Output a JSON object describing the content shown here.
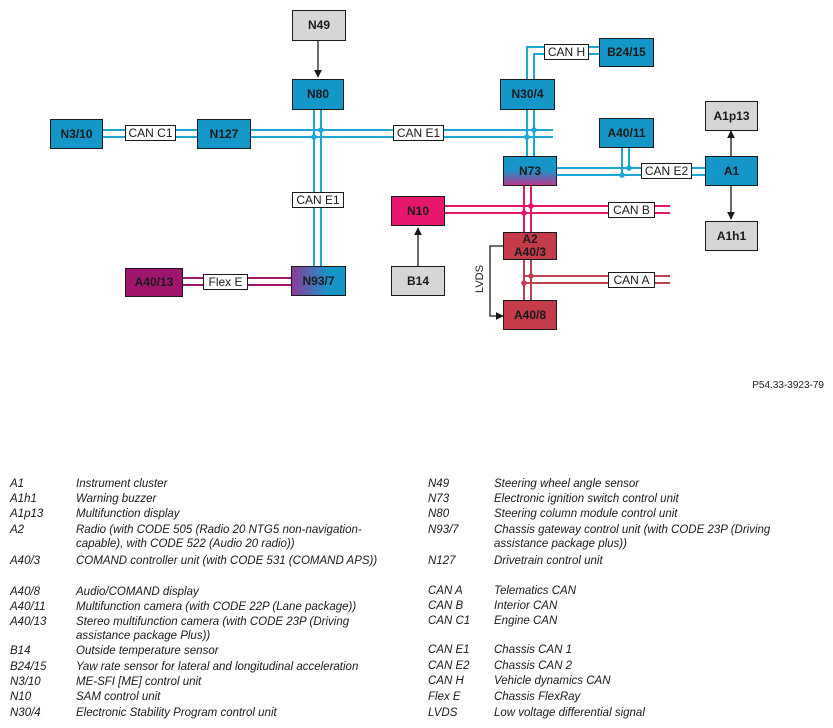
{
  "colors": {
    "control_unit_blue": "#1596c8",
    "sensor_grey": "#d6d6d6",
    "sam_pink": "#e6176d",
    "display_red": "#c43c49",
    "camera_magenta": "#a0166e",
    "can_blue_line": "#1aa7d6",
    "can_pink_line": "#e6176d",
    "can_red_line": "#c04050",
    "flexray_line": "#a0166e"
  },
  "nodes": {
    "n49": "N49",
    "n80": "N80",
    "n30_4": "N30/4",
    "b24_15": "B24/15",
    "n3_10": "N3/10",
    "n127": "N127",
    "a40_11": "A40/11",
    "a1p13": "A1p13",
    "n73": "N73",
    "a1": "A1",
    "n10": "N10",
    "a1h1": "A1h1",
    "a2_line1": "A2",
    "a2_line2": "A40/3",
    "a40_13": "A40/13",
    "n93_7": "N93/7",
    "b14": "B14",
    "a40_8": "A40/8"
  },
  "bus_labels": {
    "can_h": "CAN H",
    "can_c1": "CAN C1",
    "can_e1_horizontal": "CAN E1",
    "can_e1_vertical": "CAN E1",
    "can_e2": "CAN E2",
    "can_b": "CAN B",
    "flex_e": "Flex E",
    "can_a": "CAN A",
    "lvds": "LVDS"
  },
  "document_ref": "P54.33-3923-79",
  "legend_left": [
    {
      "code": "A1",
      "desc": "Instrument cluster"
    },
    {
      "code": "A1h1",
      "desc": "Warning buzzer"
    },
    {
      "code": "A1p13",
      "desc": "Multifunction display"
    },
    {
      "code": "A2",
      "desc": "Radio (with CODE 505 (Radio 20 NTG5 non-navigation-capable), with CODE 522 (Audio 20 radio))"
    },
    {
      "code": "A40/3",
      "desc": "COMAND controller unit (with CODE 531 (COMAND APS))"
    },
    {
      "code": "A40/8",
      "desc": "Audio/COMAND display"
    },
    {
      "code": "A40/11",
      "desc": "Multifunction camera (with CODE 22P (Lane package))"
    },
    {
      "code": "A40/13",
      "desc": "Stereo multifunction camera (with CODE 23P (Driving assistance package Plus))"
    },
    {
      "code": "B14",
      "desc": "Outside temperature sensor"
    },
    {
      "code": "B24/15",
      "desc": "Yaw rate sensor for lateral and longitudinal acceleration"
    },
    {
      "code": "N3/10",
      "desc": "ME-SFI [ME] control unit"
    },
    {
      "code": "N10",
      "desc": "SAM control unit"
    },
    {
      "code": "N30/4",
      "desc": "Electronic Stability Program control unit"
    }
  ],
  "legend_right": [
    {
      "code": "N49",
      "desc": "Steering wheel angle sensor"
    },
    {
      "code": "N73",
      "desc": "Electronic ignition switch control unit"
    },
    {
      "code": "N80",
      "desc": "Steering column module control unit"
    },
    {
      "code": "N93/7",
      "desc": "Chassis gateway control unit (with CODE 23P (Driving assistance package plus))"
    },
    {
      "code": "N127",
      "desc": "Drivetrain control unit"
    },
    {
      "code": "CAN A",
      "desc": "Telematics CAN"
    },
    {
      "code": "CAN B",
      "desc": "Interior CAN"
    },
    {
      "code": "CAN C1",
      "desc": "Engine CAN"
    },
    {
      "code": "CAN E1",
      "desc": "Chassis CAN 1"
    },
    {
      "code": "CAN E2",
      "desc": "Chassis CAN 2"
    },
    {
      "code": "CAN H",
      "desc": "Vehicle dynamics CAN"
    },
    {
      "code": "Flex E",
      "desc": "Chassis FlexRay"
    },
    {
      "code": "LVDS",
      "desc": "Low voltage differential signal"
    }
  ]
}
